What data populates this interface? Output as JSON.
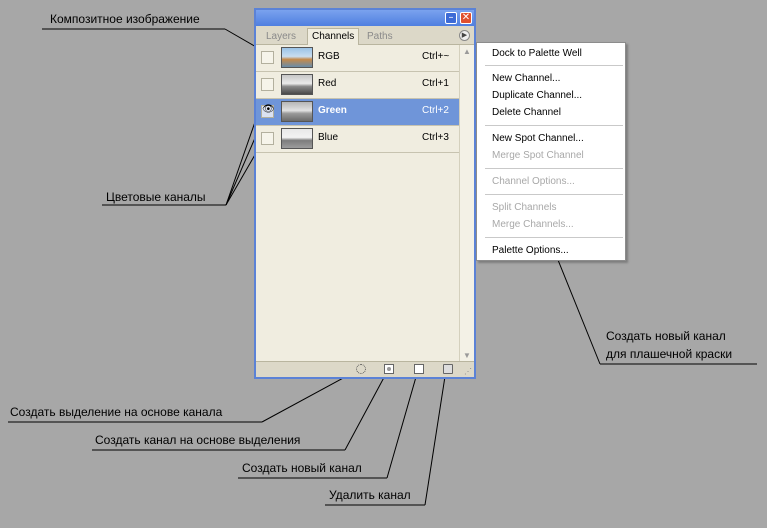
{
  "callouts": {
    "composite": "Композитное изображение",
    "color_channels": "Цветовые каналы",
    "load_selection": "Создать выделение на основе канала",
    "save_selection": "Создать канал на основе выделения",
    "new_channel": "Создать новый канал",
    "delete_channel": "Удалить канал",
    "spot_channel_line1": "Создать новый канал",
    "spot_channel_line2": "для плашечной краски"
  },
  "palette": {
    "tabs": [
      {
        "label": "Layers",
        "active": false
      },
      {
        "label": "Channels",
        "active": true
      },
      {
        "label": "Paths",
        "active": false
      }
    ],
    "channels": [
      {
        "name": "RGB",
        "shortcut": "Ctrl+~",
        "visible": false,
        "selected": false,
        "thumb": "rgb"
      },
      {
        "name": "Red",
        "shortcut": "Ctrl+1",
        "visible": false,
        "selected": false,
        "thumb": "red"
      },
      {
        "name": "Green",
        "shortcut": "Ctrl+2",
        "visible": true,
        "selected": true,
        "thumb": "green"
      },
      {
        "name": "Blue",
        "shortcut": "Ctrl+3",
        "visible": false,
        "selected": false,
        "thumb": "blue"
      }
    ],
    "bottom_buttons": [
      "load-channel-as-selection-icon",
      "save-selection-as-channel-icon",
      "new-channel-icon",
      "trash-icon"
    ]
  },
  "menu": {
    "items": [
      {
        "label": "Dock to Palette Well",
        "enabled": true
      },
      {
        "label": "New Channel...",
        "enabled": true
      },
      {
        "label": "Duplicate Channel...",
        "enabled": true
      },
      {
        "label": "Delete Channel",
        "enabled": true
      },
      {
        "label": "New Spot Channel...",
        "enabled": true
      },
      {
        "label": "Merge Spot Channel",
        "enabled": false
      },
      {
        "label": "Channel Options...",
        "enabled": false
      },
      {
        "label": "Split Channels",
        "enabled": false
      },
      {
        "label": "Merge Channels...",
        "enabled": false
      },
      {
        "label": "Palette Options...",
        "enabled": true
      }
    ]
  },
  "colors": {
    "background": "#a7a7a7",
    "palette_border": "#5b82d6",
    "selected_row": "#6f95d9",
    "panel": "#f0ede0"
  }
}
